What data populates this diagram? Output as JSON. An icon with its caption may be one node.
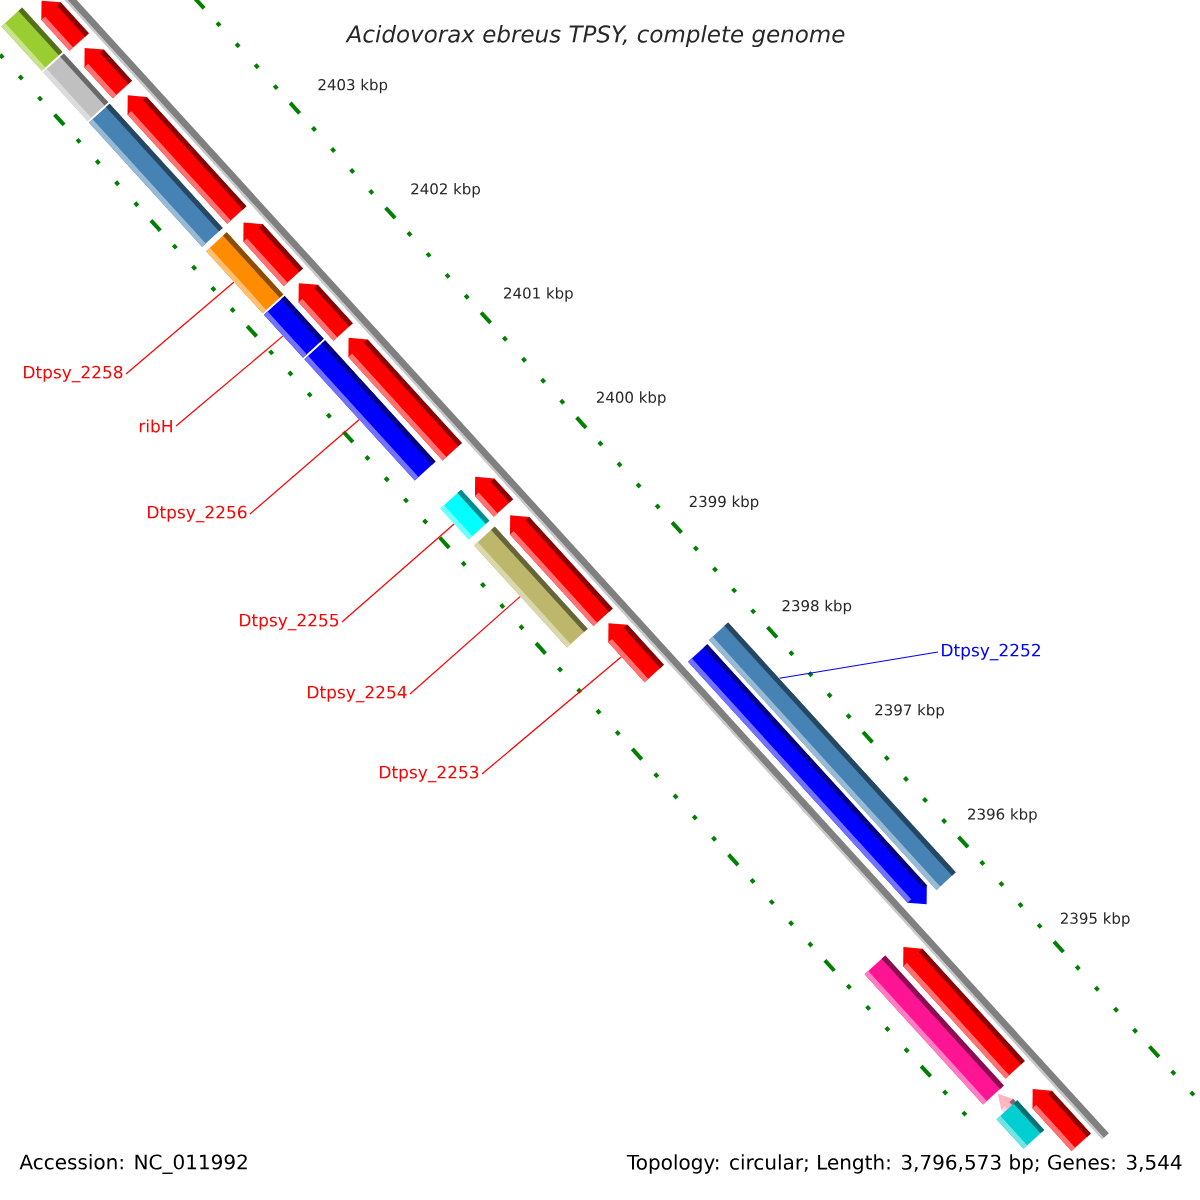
{
  "diagram": {
    "title": "Acidovorax ebreus TPSY, complete genome",
    "nodes": [
      {
        "text": [
          "Dtpsy_2258"
        ]
      },
      {
        "text": [
          "ribH"
        ]
      },
      {
        "text": [
          "Dtpsy_2256"
        ]
      },
      {
        "text": [
          "Dtpsy_2255"
        ]
      },
      {
        "text": [
          "Dtpsy_2252"
        ]
      },
      {
        "text": [
          "Dtpsy_2254"
        ]
      },
      {
        "text": [
          "Dtpsy_2253"
        ]
      },
      {
        "text": [],
        "shape": "pentagon"
      },
      {
        "text": [],
        "shape": "bar"
      },
      {
        "text": [],
        "shape": "bar"
      },
      {
        "text": [],
        "shape": "pentagon"
      },
      {
        "text": [],
        "shape": "bar"
      },
      {
        "text": [],
        "shape": "pentagon"
      },
      {
        "text": [],
        "shape": "bar"
      },
      {
        "text": [],
        "shape": "pentagon"
      },
      {
        "text": [],
        "shape": "bar"
      },
      {
        "text": [],
        "shape": "pentagon"
      },
      {
        "text": [],
        "shape": "bar"
      },
      {
        "text": [],
        "shape": "pentagon"
      },
      {
        "text": [],
        "shape": "bar"
      },
      {
        "text": [],
        "shape": "pentagon"
      },
      {
        "text": [],
        "shape": "bar"
      },
      {
        "text": [],
        "shape": "pentagon"
      },
      {
        "text": [],
        "shape": "pentagon"
      },
      {
        "text": [],
        "shape": "bar"
      },
      {
        "text": [],
        "shape": "pentagon"
      },
      {
        "text": [],
        "shape": "bar"
      },
      {
        "text": [],
        "shape": "pentagon"
      },
      {
        "text": [],
        "shape": "pentagon"
      },
      {
        "text": [],
        "shape": "bar"
      },
      {
        "text": [],
        "shape": "pentagon"
      }
    ],
    "edges": [
      {
        "from": 0,
        "to": 13,
        "arrow": "none"
      },
      {
        "from": 1,
        "to": 15,
        "arrow": "none"
      },
      {
        "from": 2,
        "to": 17,
        "arrow": "none"
      },
      {
        "from": 3,
        "to": 19,
        "arrow": "none"
      },
      {
        "from": 4,
        "to": 24,
        "arrow": "none",
        "color": "#0000ff"
      },
      {
        "from": 5,
        "to": 21,
        "arrow": "none"
      },
      {
        "from": 6,
        "to": 23,
        "arrow": "none"
      }
    ],
    "labels": [
      "2403 kbp",
      "2402 kbp",
      "2401 kbp",
      "2400 kbp",
      "2399 kbp",
      "2398 kbp",
      "2397 kbp",
      "2396 kbp",
      "2395 kbp",
      "Accession: NC_011992",
      "Topology: circular; Length: 3,796,573 bp; Genes: 3,544"
    ]
  }
}
